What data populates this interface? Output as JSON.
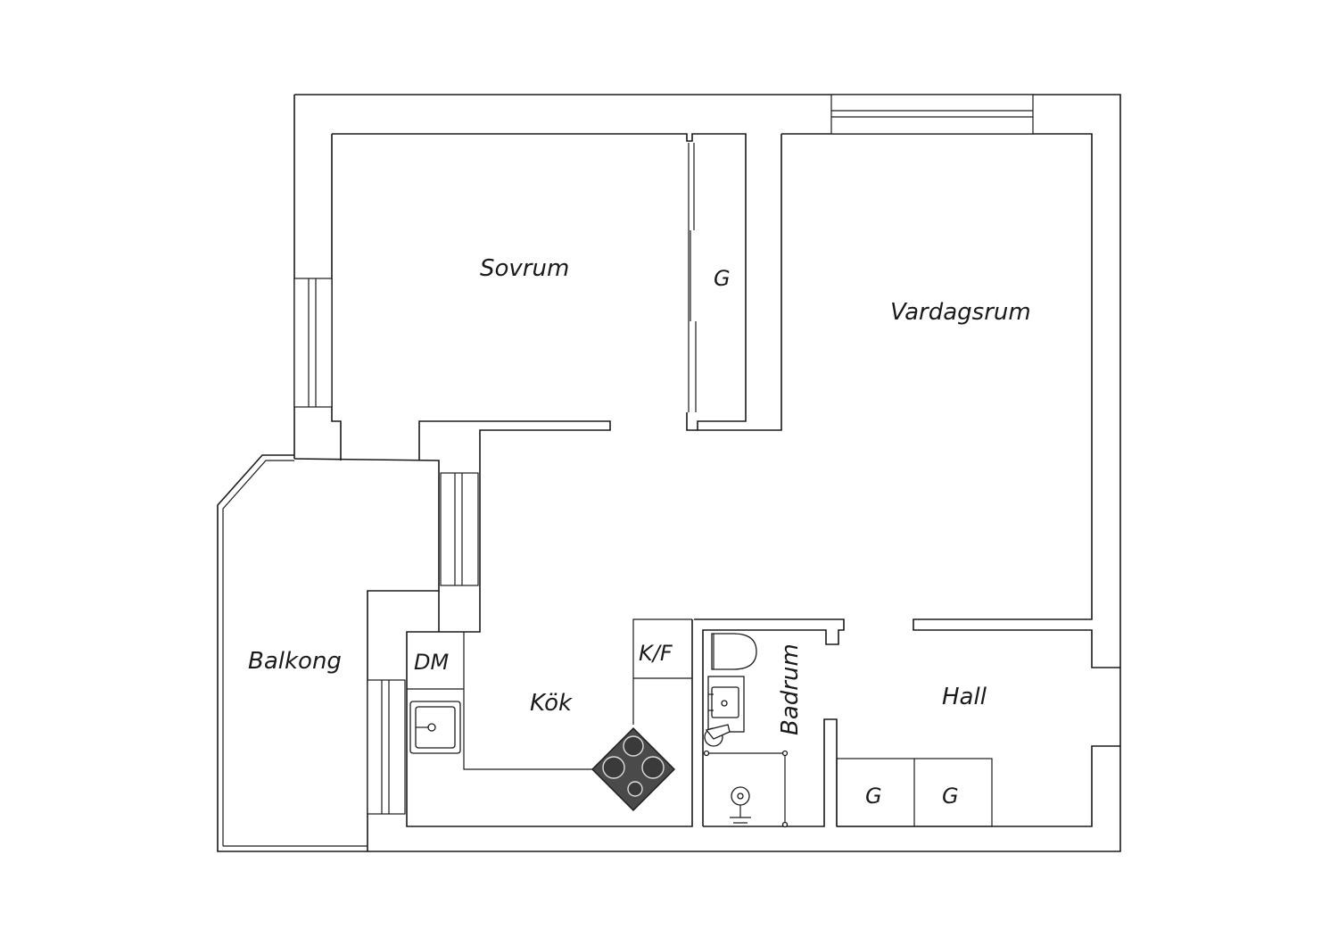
{
  "rooms": {
    "sovrum": "Sovrum",
    "vardagsrum": "Vardagsrum",
    "balkong": "Balkong",
    "kok": "Kök",
    "badrum": "Badrum",
    "hall": "Hall"
  },
  "fixtures": {
    "garderob_sovrum": "G",
    "diskmaskin": "DM",
    "kyl_frys": "K/F",
    "garderob_hall_1": "G",
    "garderob_hall_2": "G"
  },
  "colors": {
    "line": "#1a1a1a",
    "stove": "#4a4a4a",
    "background": "#ffffff"
  }
}
